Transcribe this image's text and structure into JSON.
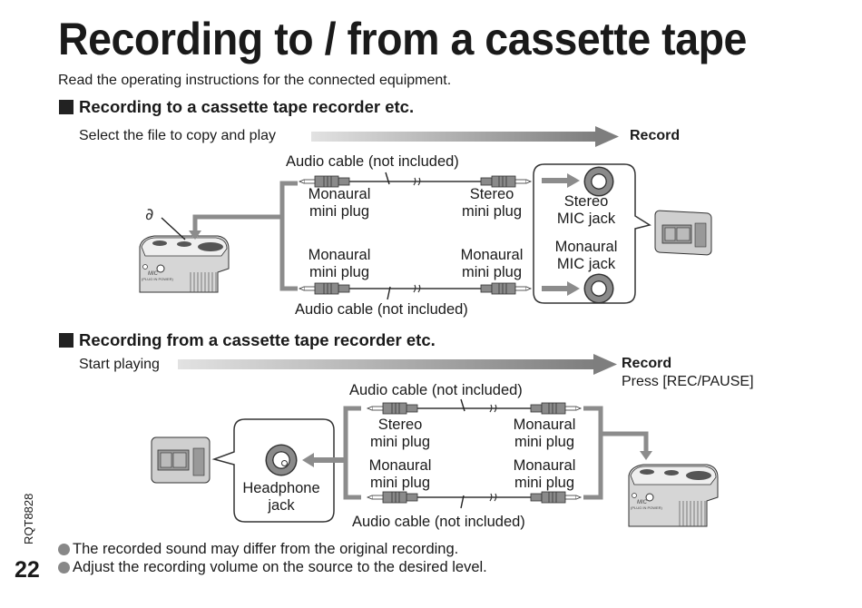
{
  "page": {
    "title": "Recording to / from a cassette tape",
    "subtitle": "Read the operating instructions for the connected equipment.",
    "page_number": "22",
    "doc_code": "RQT8828"
  },
  "section1": {
    "heading": "Recording to a cassette tape recorder etc.",
    "flow_start": "Select the file to copy and play",
    "flow_end": "Record",
    "cable_top_label": "Audio cable (not included)",
    "cable_bottom_label": "Audio cable (not included)",
    "plug_left_top": [
      "Monaural",
      "mini plug"
    ],
    "plug_right_top": [
      "Stereo",
      "mini plug"
    ],
    "plug_left_bottom": [
      "Monaural",
      "mini plug"
    ],
    "plug_right_bottom": [
      "Monaural",
      "mini plug"
    ],
    "jack_top": [
      "Stereo",
      "MIC jack"
    ],
    "jack_bottom": [
      "Monaural",
      "MIC jack"
    ],
    "device_label": "MIC",
    "device_sublabel": "(PLUG IN POWER)"
  },
  "section2": {
    "heading": "Recording from a cassette tape recorder etc.",
    "flow_start": "Start playing",
    "flow_end": "Record",
    "flow_end_sub": "Press [REC/PAUSE]",
    "cable_top_label": "Audio cable (not included)",
    "cable_bottom_label": "Audio cable (not included)",
    "plug_left_top": [
      "Stereo",
      "mini plug"
    ],
    "plug_right_top": [
      "Monaural",
      "mini plug"
    ],
    "plug_left_bottom": [
      "Monaural",
      "mini plug"
    ],
    "plug_right_bottom": [
      "Monaural",
      "mini plug"
    ],
    "jack": [
      "Headphone",
      "jack"
    ],
    "device_label": "MIC",
    "device_sublabel": "(PLUG IN POWER)"
  },
  "notes": [
    "The recorded sound may differ from the original recording.",
    "Adjust the recording volume on the source to the desired level."
  ],
  "colors": {
    "text": "#1a1a1a",
    "connector_gray": "#8c8c8c",
    "bullet_gray": "#888888"
  }
}
